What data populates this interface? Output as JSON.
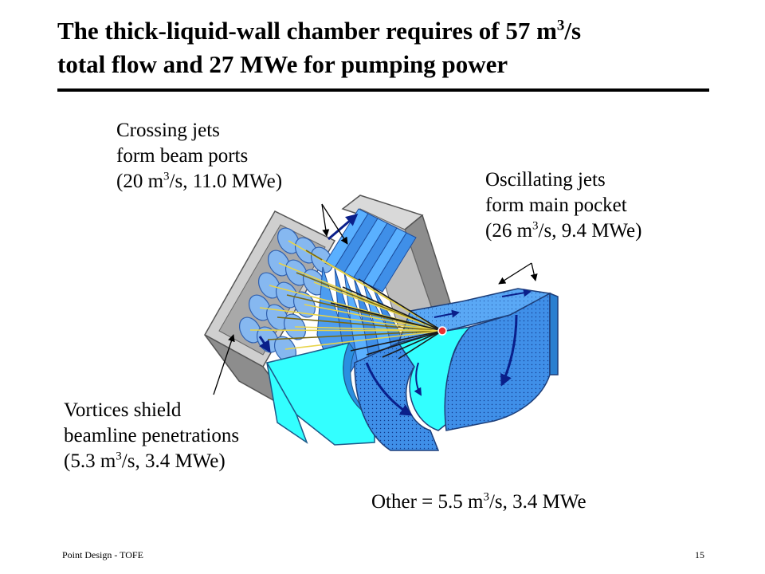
{
  "slide": {
    "title_line1_a": "The thick-liquid-wall chamber requires of 57 m",
    "title_line1_sup": "3",
    "title_line1_b": "/s",
    "title_line2": "total flow and 27 MWe for pumping power"
  },
  "labels": {
    "crossing": {
      "line1": "Crossing jets",
      "line2": "form beam ports",
      "line3_a": "(20 m",
      "line3_sup": "3",
      "line3_b": "/s, 11.0 MWe)"
    },
    "oscillating": {
      "line1": "Oscillating jets",
      "line2": "form main pocket",
      "line3_a": "(26 m",
      "line3_sup": "3",
      "line3_b": "/s, 9.4 MWe)"
    },
    "vortices": {
      "line1": "Vortices shield",
      "line2": "beamline penetrations",
      "line3_a": "(5.3 m",
      "line3_sup": "3",
      "line3_b": "/s, 3.4 MWe)"
    },
    "other": {
      "text_a": "Other = 5.5 m",
      "text_sup": "3",
      "text_b": "/s, 3.4 MWe"
    }
  },
  "footer": {
    "left": "Point Design - TOFE",
    "page": "15"
  },
  "colors": {
    "jet_blue": "#3f8fe8",
    "jet_light": "#5ab0ff",
    "jet_cyan": "#33ffff",
    "frame_gray": "#bdbdbd",
    "frame_dark": "#7a7a7a",
    "arrow_navy": "#0a1f8a",
    "beam_yellow": "#e8d44a"
  }
}
